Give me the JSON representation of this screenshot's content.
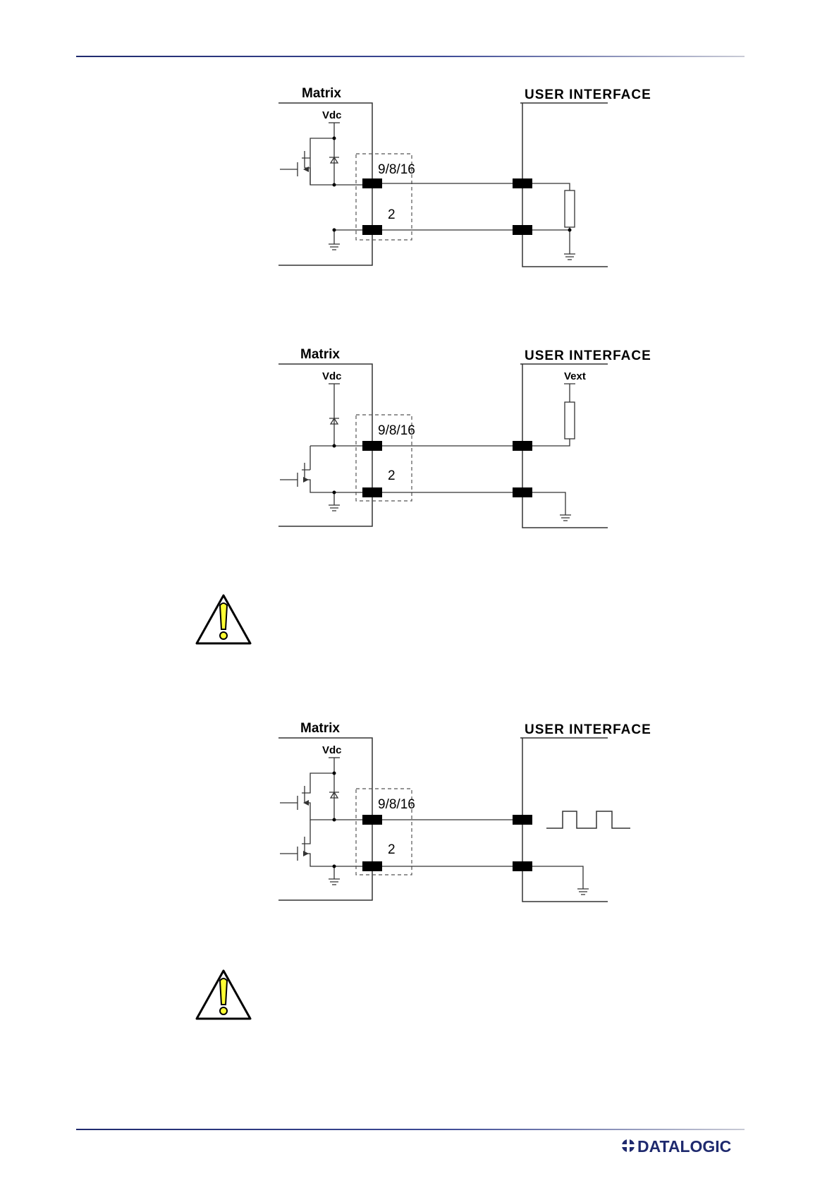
{
  "diagrams": [
    {
      "left_title": "Matrix",
      "right_title": "USER INTERFACE",
      "supply": "Vdc",
      "pin_top": "9/8/16",
      "pin_bottom": "2"
    },
    {
      "left_title": "Matrix",
      "right_title": "USER INTERFACE",
      "supply": "Vdc",
      "ext_supply": "Vext",
      "pin_top": "9/8/16",
      "pin_bottom": "2"
    },
    {
      "left_title": "Matrix",
      "right_title": "USER INTERFACE",
      "supply": "Vdc",
      "pin_top": "9/8/16",
      "pin_bottom": "2"
    }
  ],
  "footer": {
    "brand": "DATALOGIC",
    "brand_color": "#1f2a6e",
    "rule_color": "#1f2a6e"
  },
  "icons": {
    "warning": "warning-triangle-icon",
    "warning_fill": "#ffff33"
  }
}
